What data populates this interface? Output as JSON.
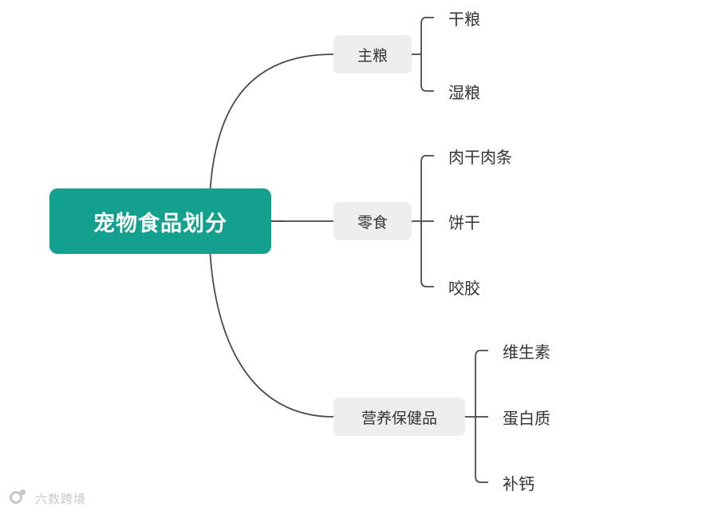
{
  "diagram": {
    "type": "mindmap",
    "title": "宠物食品划分",
    "colors": {
      "root_fill": "#13a08e",
      "root_text": "#ffffff",
      "branch_fill": "#eeeeee",
      "branch_text": "#333333",
      "leaf_text": "#333333",
      "connector": "#4a4a4a",
      "background": "#ffffff"
    },
    "root": {
      "label": "宠物食品划分"
    },
    "branches": [
      {
        "label": "主粮",
        "leaves": [
          {
            "label": "干粮"
          },
          {
            "label": "湿粮"
          }
        ]
      },
      {
        "label": "零食",
        "leaves": [
          {
            "label": "肉干肉条"
          },
          {
            "label": "饼干"
          },
          {
            "label": "咬胶"
          }
        ]
      },
      {
        "label": "营养保健品",
        "leaves": [
          {
            "label": "维生素"
          },
          {
            "label": "蛋白质"
          },
          {
            "label": "补钙"
          }
        ]
      }
    ]
  },
  "watermark": {
    "text": "六数跨境"
  }
}
